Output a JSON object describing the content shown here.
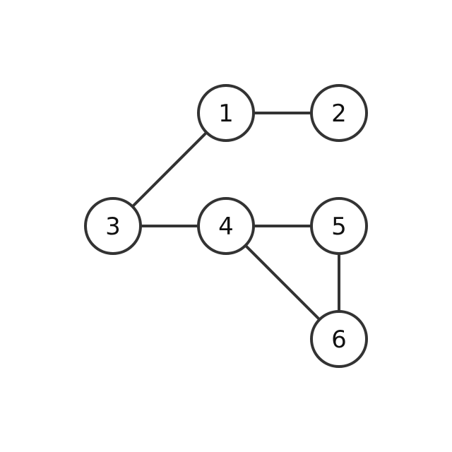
{
  "graph": {
    "colors": {
      "stroke": "#333333",
      "node_fill": "#ffffff",
      "label": "#111111",
      "background": "#ffffff"
    },
    "nodes": [
      {
        "id": "1",
        "label": "1"
      },
      {
        "id": "2",
        "label": "2"
      },
      {
        "id": "3",
        "label": "3"
      },
      {
        "id": "4",
        "label": "4"
      },
      {
        "id": "5",
        "label": "5"
      },
      {
        "id": "6",
        "label": "6"
      }
    ],
    "edges": [
      {
        "from": "1",
        "to": "2"
      },
      {
        "from": "1",
        "to": "3"
      },
      {
        "from": "3",
        "to": "4"
      },
      {
        "from": "4",
        "to": "5"
      },
      {
        "from": "4",
        "to": "6"
      },
      {
        "from": "5",
        "to": "6"
      }
    ]
  }
}
